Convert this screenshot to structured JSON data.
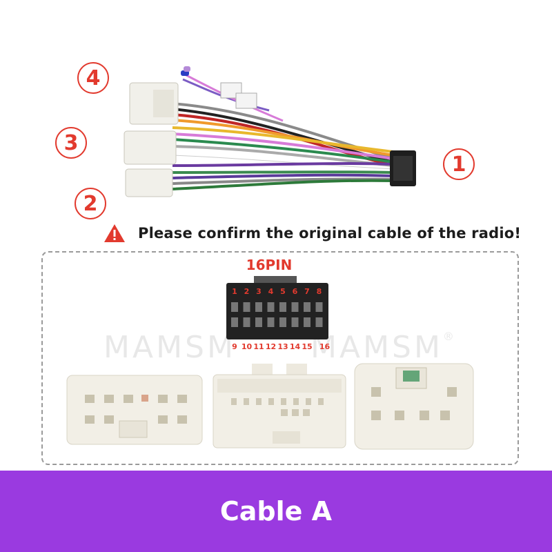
{
  "callouts": [
    "①",
    "②",
    "③",
    "④"
  ],
  "callout_labels": {
    "one": "1",
    "two": "2",
    "three": "3",
    "four": "4"
  },
  "warning": {
    "icon": "warning-triangle-icon",
    "text": "Please confirm the original cable of the radio!"
  },
  "connector_16pin": {
    "title": "16PIN",
    "top_pins": [
      "1",
      "2",
      "3",
      "4",
      "5",
      "6",
      "7",
      "8"
    ],
    "bottom_pins": [
      "9",
      "10",
      "11",
      "12",
      "13",
      "14",
      "15",
      "16"
    ]
  },
  "watermark": {
    "left": "MAMSM",
    "right": "MAMSM",
    "mark": "®"
  },
  "footer": {
    "title": "Cable A"
  },
  "colors": {
    "accent_red": "#e23a2e",
    "footer_purple": "#9a3ae0"
  }
}
